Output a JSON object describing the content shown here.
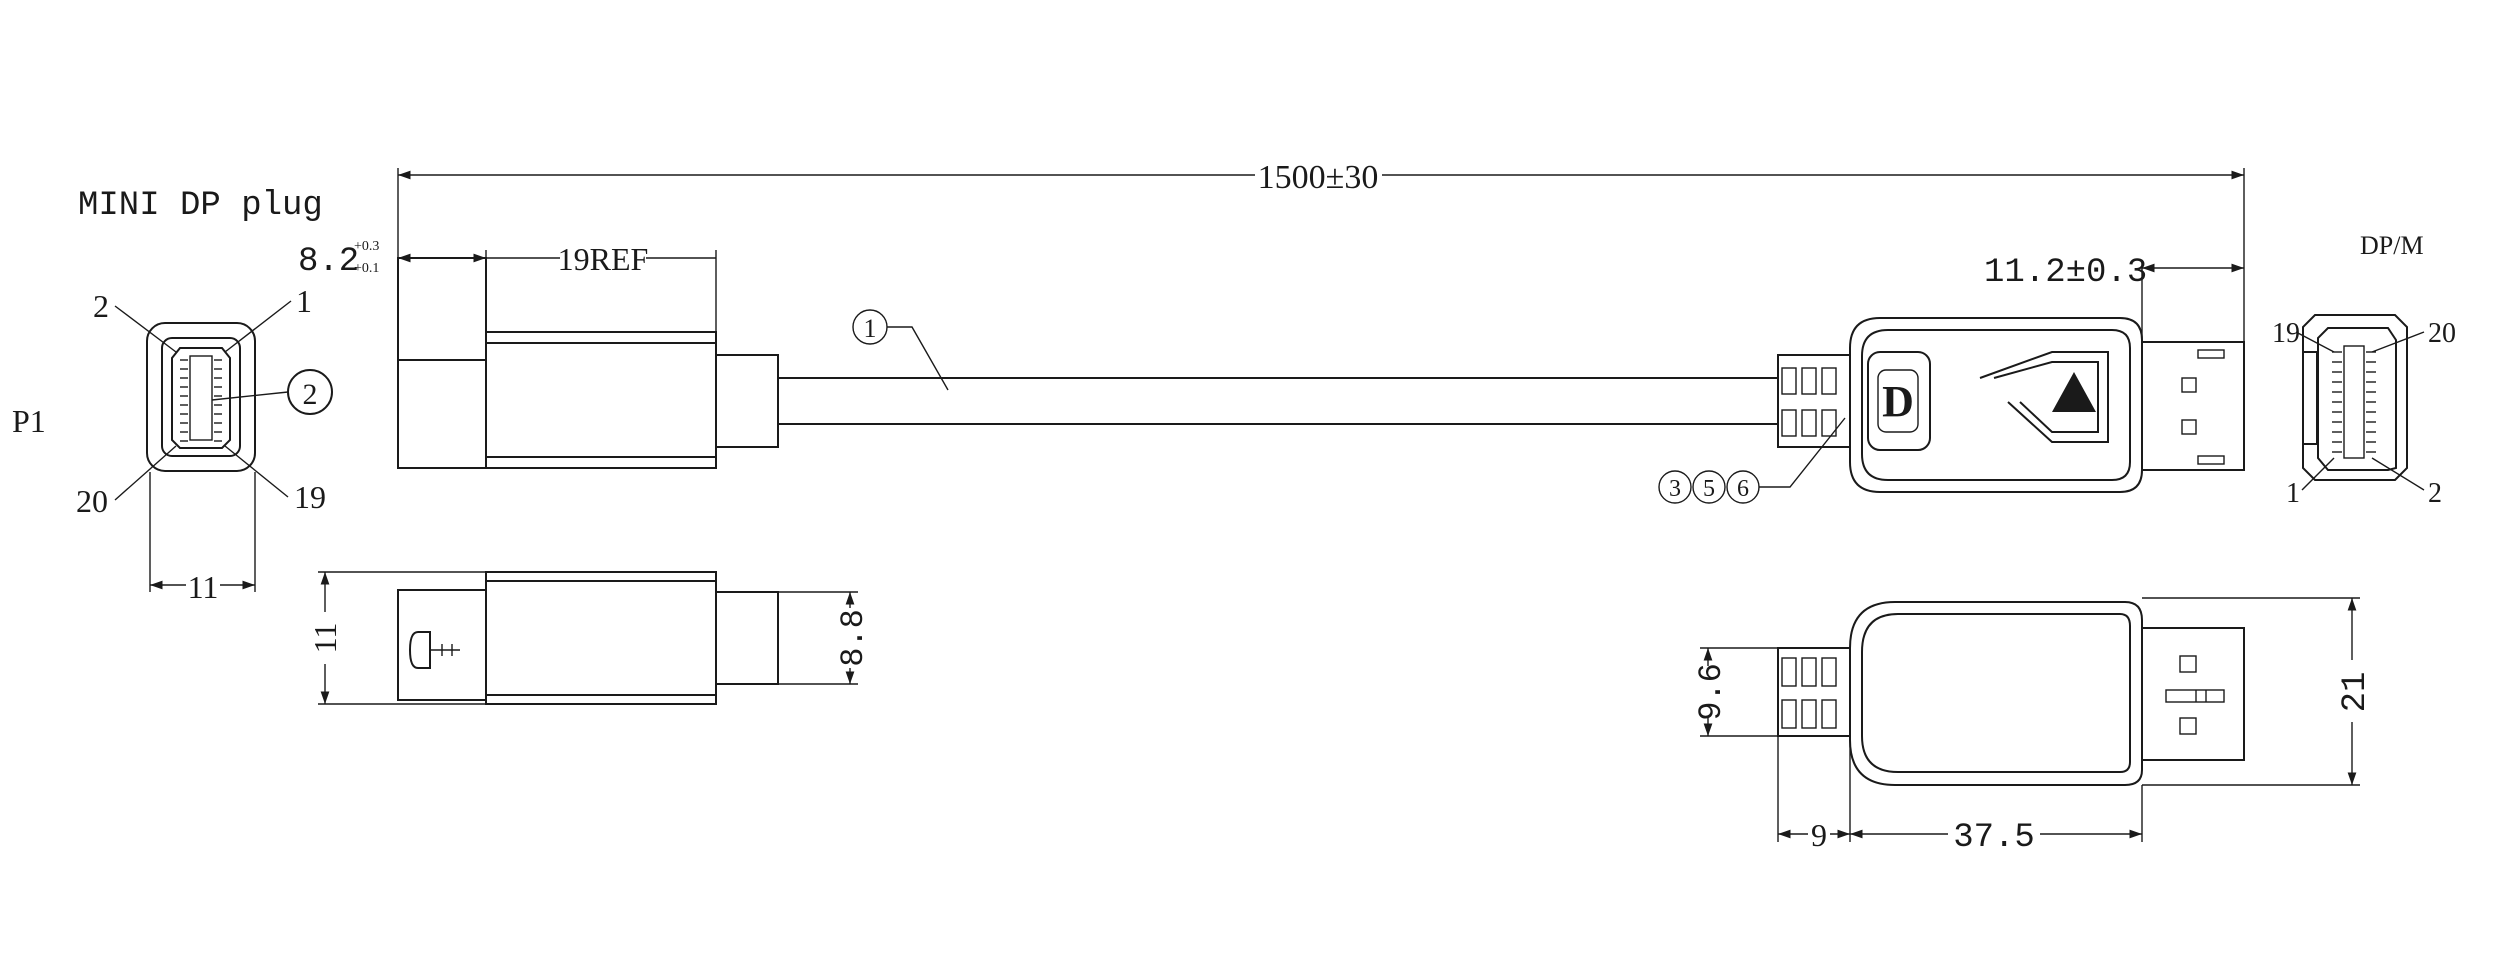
{
  "labels": {
    "mini_title": "MINI DP plug",
    "p1": "P1",
    "dpm": "DP/M",
    "length": "1500±30",
    "ref19": "19REF",
    "dim_8_2": "8.2",
    "tol_plus": "+0.3",
    "tol_minus": "+0.1",
    "dim_11_2": "11.2±0.3",
    "mini_pin_2": "2",
    "mini_pin_1": "1",
    "mini_pin_20": "20",
    "mini_pin_19": "19",
    "mini_width": "11",
    "callout_2": "2",
    "callout_1": "1",
    "callout_3": "3",
    "callout_5": "5",
    "callout_6": "6",
    "dp_pin_19": "19",
    "dp_pin_20": "20",
    "dp_pin_1": "1",
    "dp_pin_2": "2",
    "dim_11_side": "11",
    "dim_8_8": "8.8",
    "dim_9_6": "9.6",
    "dim_21": "21",
    "dim_9": "9",
    "dim_37_5": "37.5",
    "dp_logo": "D"
  }
}
